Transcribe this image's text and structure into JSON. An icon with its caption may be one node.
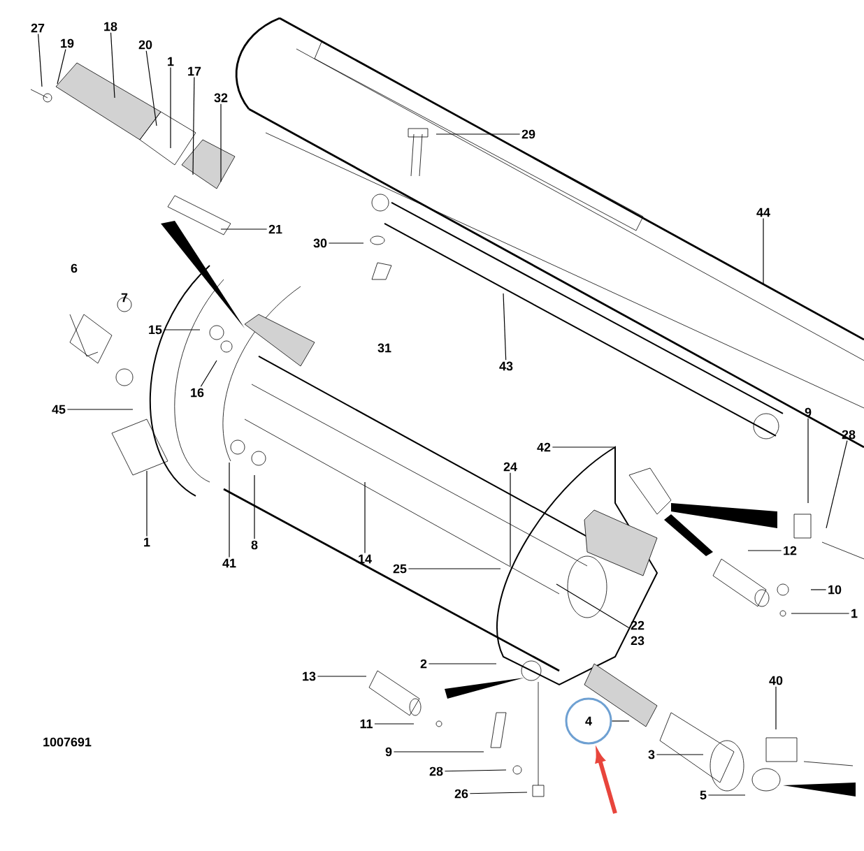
{
  "diagram": {
    "nodes": [
      {
        "text": [
          "27"
        ]
      },
      {
        "text": [
          "19"
        ]
      },
      {
        "text": [
          "18"
        ]
      },
      {
        "text": [
          "20"
        ]
      },
      {
        "text": [
          "1"
        ]
      },
      {
        "text": [
          "17"
        ]
      },
      {
        "text": [
          "32"
        ]
      },
      {
        "text": [
          "29"
        ]
      },
      {
        "text": [
          "44"
        ]
      },
      {
        "text": [
          "21"
        ]
      },
      {
        "text": [
          "30"
        ]
      },
      {
        "text": [
          "43"
        ]
      },
      {
        "text": [
          "15"
        ]
      },
      {
        "text": [
          "16"
        ]
      },
      {
        "text": [
          "45"
        ]
      },
      {
        "text": [
          "9"
        ]
      },
      {
        "text": [
          "28"
        ]
      },
      {
        "text": [
          "42"
        ]
      },
      {
        "text": [
          "1"
        ]
      },
      {
        "text": [
          "41"
        ]
      },
      {
        "text": [
          "8"
        ]
      },
      {
        "text": [
          "14"
        ]
      },
      {
        "text": [
          "24"
        ]
      },
      {
        "text": [
          "25"
        ]
      },
      {
        "text": [
          "12"
        ]
      },
      {
        "text": [
          "10"
        ]
      },
      {
        "text": [
          "1"
        ]
      },
      {
        "text": [
          "22",
          "23"
        ]
      },
      {
        "text": [
          "2"
        ]
      },
      {
        "text": [
          "13"
        ]
      },
      {
        "text": [
          "40"
        ]
      },
      {
        "text": [
          "11"
        ]
      },
      {
        "text": [
          "4"
        ]
      },
      {
        "text": [
          "9"
        ]
      },
      {
        "text": [
          "28"
        ]
      },
      {
        "text": [
          "3"
        ]
      },
      {
        "text": [
          "26"
        ]
      },
      {
        "text": [
          "5"
        ]
      }
    ],
    "edges": [
      {
        "from": 0,
        "to": null,
        "arrow": "none"
      },
      {
        "from": 1,
        "to": null,
        "arrow": "none"
      },
      {
        "from": 2,
        "to": null,
        "arrow": "none"
      },
      {
        "from": 3,
        "to": null,
        "arrow": "none"
      },
      {
        "from": 4,
        "to": null,
        "arrow": "none"
      },
      {
        "from": 5,
        "to": null,
        "arrow": "none"
      },
      {
        "from": 6,
        "to": null,
        "arrow": "none"
      },
      {
        "from": 7,
        "to": null,
        "arrow": "none"
      },
      {
        "from": 8,
        "to": null,
        "arrow": "none"
      },
      {
        "from": 9,
        "to": null,
        "arrow": "none"
      },
      {
        "from": 10,
        "to": null,
        "arrow": "none"
      },
      {
        "from": 11,
        "to": null,
        "arrow": "none"
      },
      {
        "from": 12,
        "to": null,
        "arrow": "none"
      },
      {
        "from": 13,
        "to": null,
        "arrow": "none"
      },
      {
        "from": 14,
        "to": null,
        "arrow": "none"
      },
      {
        "from": 15,
        "to": null,
        "arrow": "none"
      },
      {
        "from": 16,
        "to": null,
        "arrow": "none"
      },
      {
        "from": 17,
        "to": null,
        "arrow": "none"
      },
      {
        "from": 18,
        "to": null,
        "arrow": "none"
      },
      {
        "from": 19,
        "to": null,
        "arrow": "none"
      },
      {
        "from": 20,
        "to": null,
        "arrow": "none"
      },
      {
        "from": 21,
        "to": null,
        "arrow": "none"
      },
      {
        "from": 22,
        "to": null,
        "arrow": "none"
      },
      {
        "from": 23,
        "to": null,
        "arrow": "none"
      },
      {
        "from": 24,
        "to": null,
        "arrow": "none"
      },
      {
        "from": 25,
        "to": null,
        "arrow": "none"
      },
      {
        "from": 26,
        "to": null,
        "arrow": "none"
      },
      {
        "from": 27,
        "to": null,
        "arrow": "none"
      },
      {
        "from": 28,
        "to": null,
        "arrow": "none"
      },
      {
        "from": 29,
        "to": null,
        "arrow": "none"
      },
      {
        "from": 30,
        "to": null,
        "arrow": "none"
      },
      {
        "from": 31,
        "to": null,
        "arrow": "none"
      },
      {
        "from": 32,
        "to": null,
        "arrow": "none"
      },
      {
        "from": 33,
        "to": null,
        "arrow": "none"
      },
      {
        "from": 34,
        "to": null,
        "arrow": "none"
      },
      {
        "from": 35,
        "to": null,
        "arrow": "none"
      },
      {
        "from": 36,
        "to": null,
        "arrow": "none"
      },
      {
        "from": 37,
        "to": null,
        "arrow": "none"
      },
      {
        "from": null,
        "to": 32,
        "arrow": "to",
        "style": "thick",
        "color": "#e8453c"
      }
    ],
    "labels": [
      "6",
      "7",
      "31",
      "1007691"
    ]
  }
}
